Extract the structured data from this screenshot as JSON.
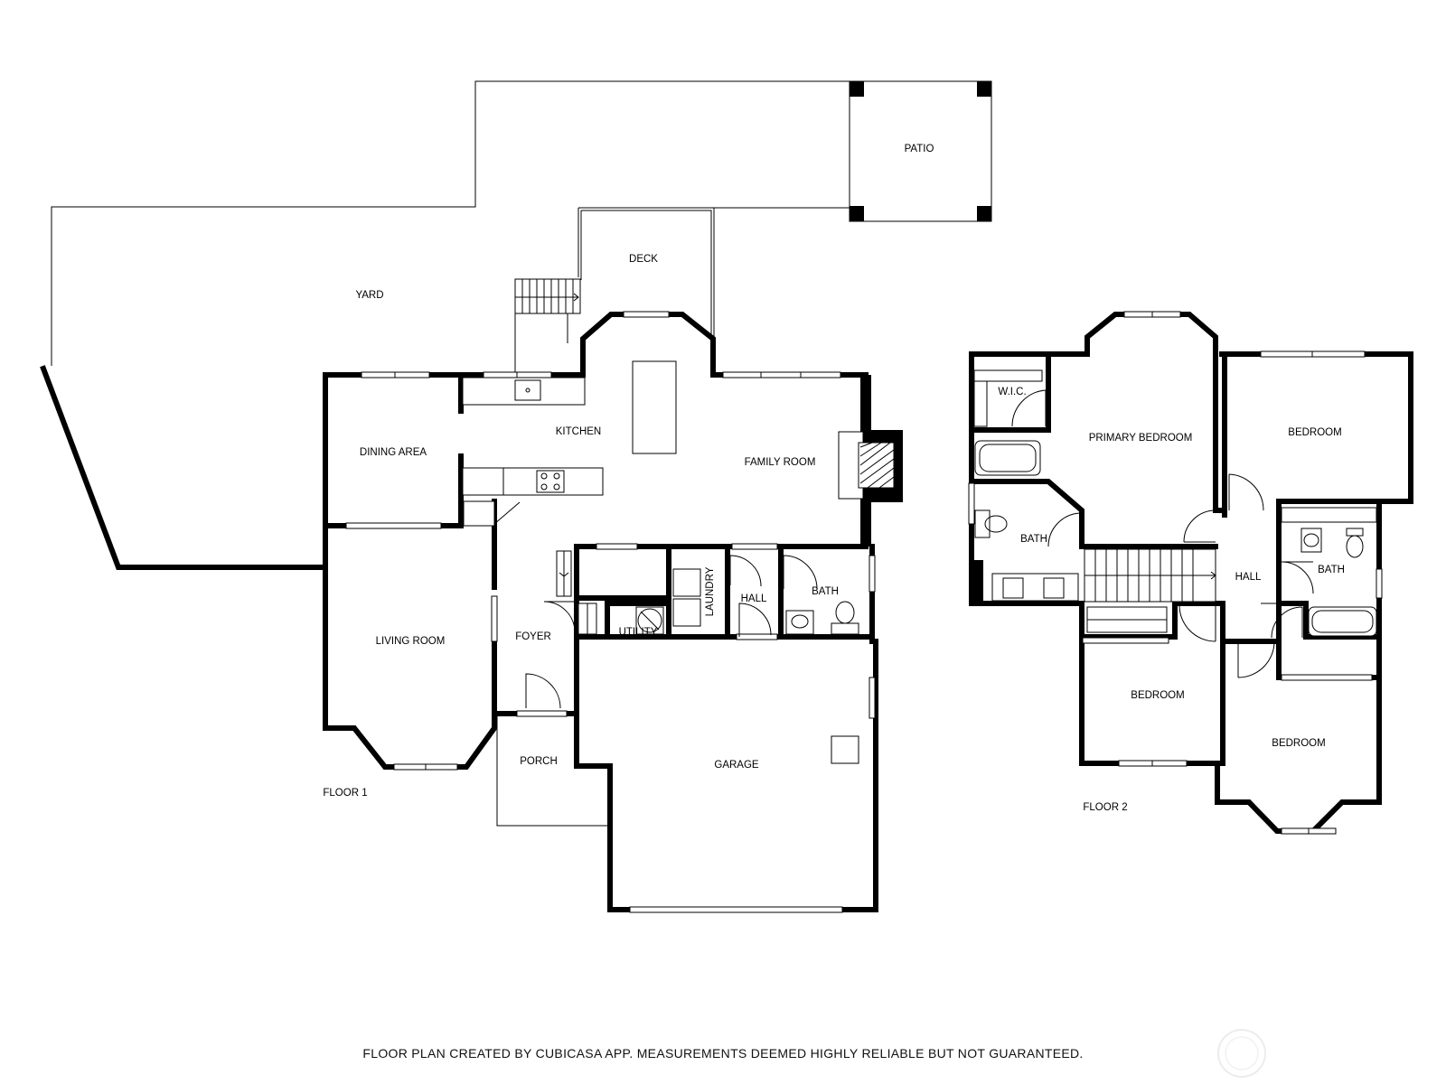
{
  "floor1": {
    "label": "FLOOR 1",
    "rooms": {
      "yard": "YARD",
      "patio": "PATIO",
      "deck": "DECK",
      "kitchen": "KITCHEN",
      "dining": "DINING AREA",
      "family": "FAMILY ROOM",
      "living": "LIVING ROOM",
      "foyer": "FOYER",
      "laundry": "LAUNDRY",
      "utility": "UTILITY",
      "hall": "HALL",
      "bath": "BATH",
      "porch": "PORCH",
      "garage": "GARAGE"
    }
  },
  "floor2": {
    "label": "FLOOR 2",
    "rooms": {
      "wic": "W.I.C.",
      "primary": "PRIMARY BEDROOM",
      "bedroom_ne": "BEDROOM",
      "bath_primary": "BATH",
      "hall": "HALL",
      "bath_hall": "BATH",
      "bedroom_sw": "BEDROOM",
      "bedroom_se": "BEDROOM"
    }
  },
  "disclaimer": "FLOOR PLAN CREATED BY CUBICASA APP. MEASUREMENTS DEEMED HIGHLY RELIABLE BUT NOT GUARANTEED."
}
